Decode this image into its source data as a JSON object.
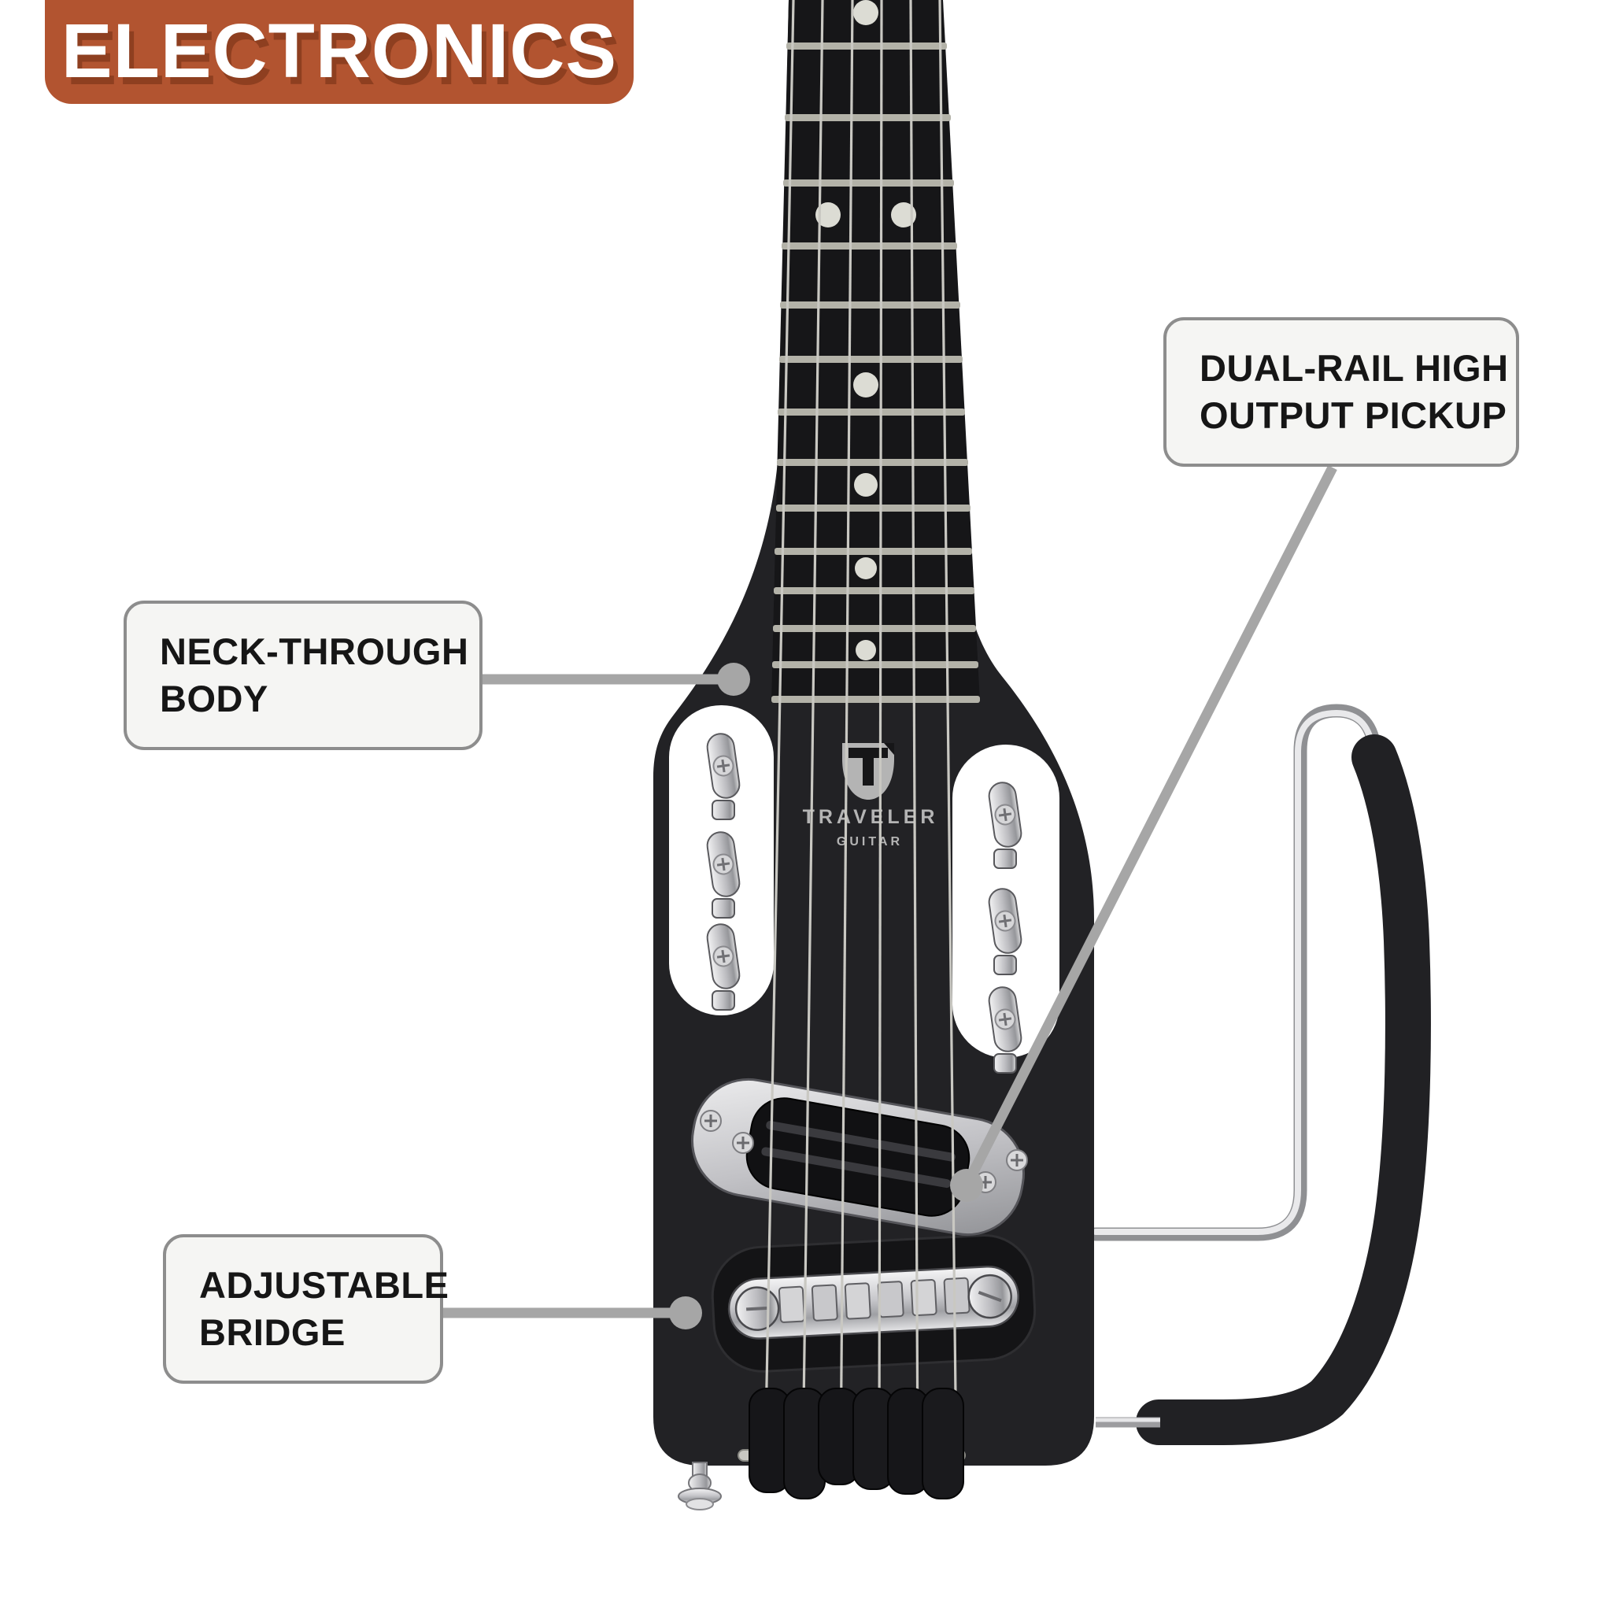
{
  "badge": {
    "label": "ELECTRONICS"
  },
  "callouts": {
    "neck": {
      "lines": [
        "NECK-THROUGH",
        "BODY"
      ]
    },
    "pickup": {
      "lines": [
        "DUAL-RAIL HIGH",
        "OUTPUT PICKUP"
      ]
    },
    "bridge": {
      "lines": [
        "ADJUSTABLE",
        "BRIDGE"
      ]
    }
  },
  "guitar": {
    "logo": {
      "brand": "TRAVELER",
      "sub": "GUITAR"
    },
    "features": [
      "dual-rail-high-output-pickup",
      "neck-through-body",
      "adjustable-bridge"
    ]
  },
  "colors": {
    "background": "#ffffff",
    "badge_bg": "#b25430",
    "badge_text": "#ffffff",
    "badge_shadow": "#8e3f20",
    "callout_bg": "#f5f5f3",
    "callout_border": "#8d8d8d",
    "callout_text": "#161616",
    "leader_gray": "#a6a6a6",
    "body_black": "#222225",
    "fretboard_black": "#161618",
    "fret_silver": "#b3b2a8",
    "string_silver": "#c9c8c2",
    "inlay_ivory": "#dcdcd4",
    "logo_gray": "#b4b4b4",
    "foam_black": "#212124"
  }
}
